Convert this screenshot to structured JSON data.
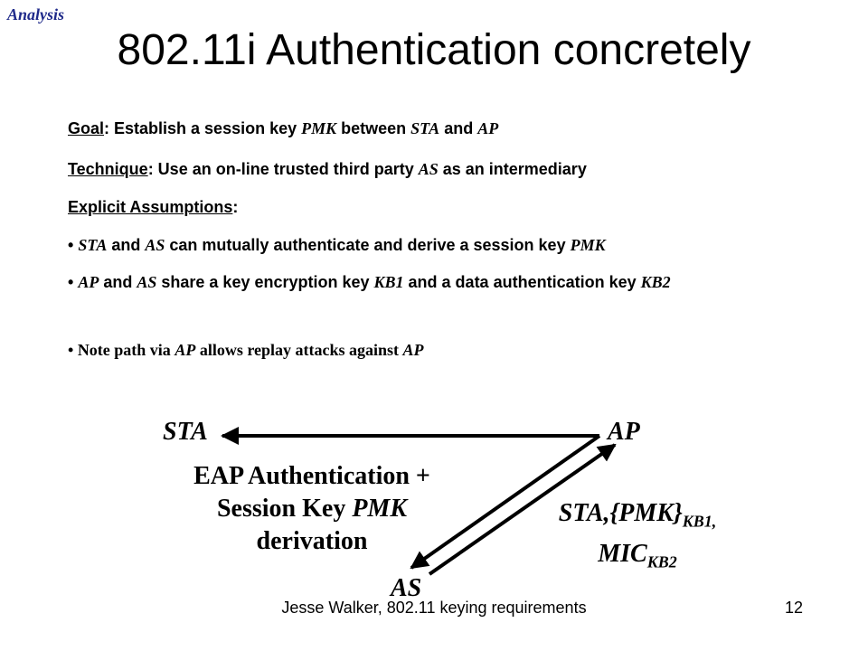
{
  "header": {
    "tag": "Analysis",
    "title": "802.11i Authentication concretely"
  },
  "body": {
    "goal": {
      "label": "Goal",
      "t1": ": Establish a session key ",
      "v1": "PMK",
      "t2": " between ",
      "v2": "STA",
      "t3": " and ",
      "v3": "AP"
    },
    "technique": {
      "label": "Technique",
      "t1": ": Use an on-line trusted third party ",
      "v1": "AS",
      "t2": " as an intermediary"
    },
    "assumptions": {
      "label": "Explicit Assumptions",
      "t1": ":"
    },
    "bullet1": {
      "mark": "•",
      "v1": "STA",
      "t1": " and ",
      "v2": "AS",
      "t2": " can mutually authenticate and derive a session key ",
      "v3": "PMK"
    },
    "bullet2": {
      "mark": "•",
      "v1": "AP",
      "t1": " and ",
      "v2": "AS",
      "t2": " share a key encryption key ",
      "v3": "KB1",
      "t3": " and a data authentication key ",
      "v4": "KB2"
    },
    "bullet3": {
      "mark": "•",
      "t1": " Note path via ",
      "v1": "AP",
      "t2": " allows replay attacks against ",
      "v2": "AP"
    }
  },
  "diagram": {
    "sta": "STA",
    "ap": "AP",
    "as": "AS",
    "eap_line1": "EAP Authentication +",
    "eap_line2_prefix": "Session Key ",
    "eap_line2_var": "PMK",
    "eap_line3": "derivation",
    "msg_sta": "STA,{PMK}",
    "msg_kb1": "KB1,",
    "msg_mic": "MIC",
    "msg_kb2": "KB2"
  },
  "footer": {
    "text": "Jesse Walker, 802.11 keying requirements",
    "page": "12"
  }
}
